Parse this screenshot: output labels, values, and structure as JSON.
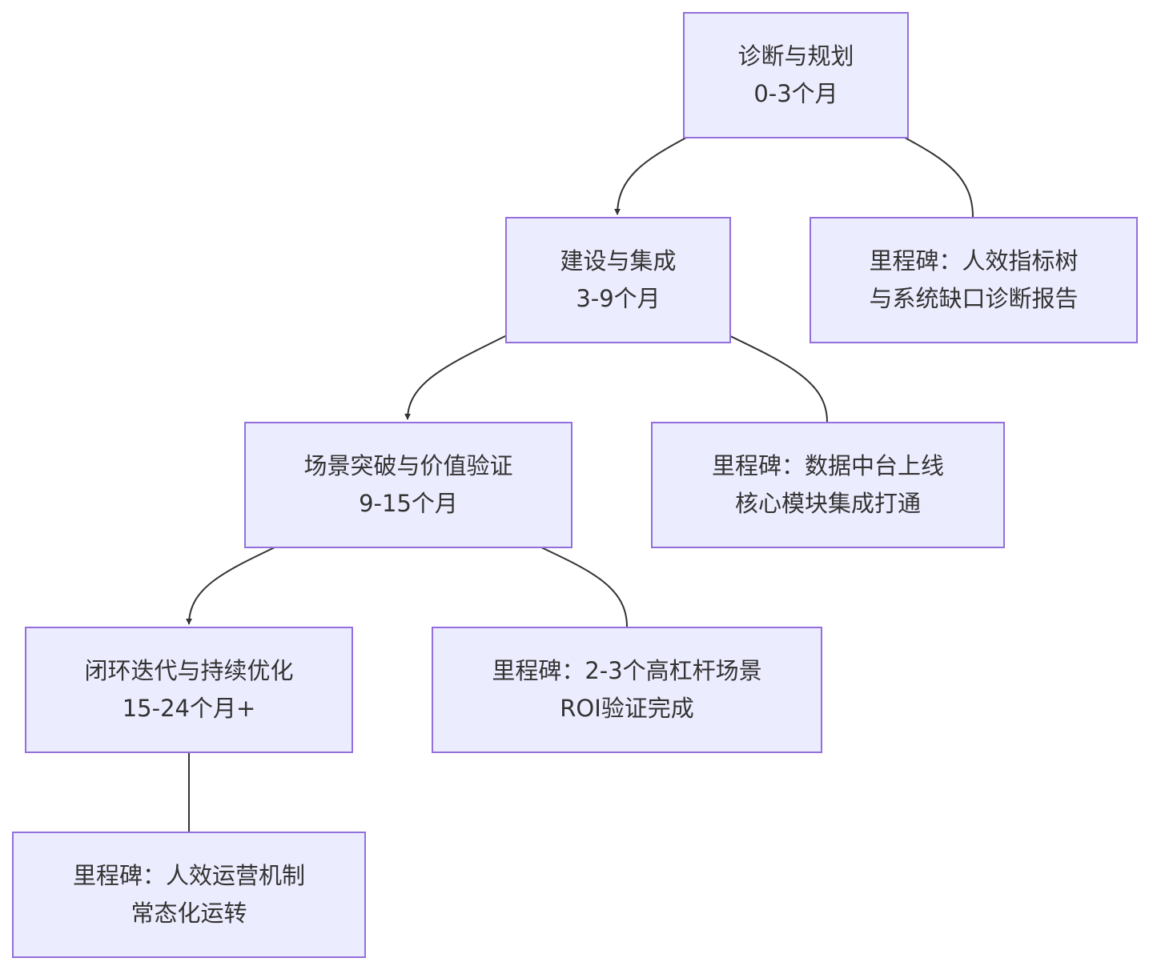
{
  "theme": {
    "node_fill": "#ECECFF",
    "node_stroke": "#9370DB",
    "edge_color": "#333333",
    "text_color": "#333333",
    "background": "#FFFFFF"
  },
  "nodes": [
    {
      "id": "phase1",
      "lines": [
        "诊断与规划",
        "0-3个月"
      ]
    },
    {
      "id": "phase2",
      "lines": [
        "建设与集成",
        "3-9个月"
      ]
    },
    {
      "id": "milestone1",
      "lines": [
        "里程碑：人效指标树",
        "与系统缺口诊断报告"
      ]
    },
    {
      "id": "phase3",
      "lines": [
        "场景突破与价值验证",
        "9-15个月"
      ]
    },
    {
      "id": "milestone2",
      "lines": [
        "里程碑：数据中台上线",
        "核心模块集成打通"
      ]
    },
    {
      "id": "phase4",
      "lines": [
        "闭环迭代与持续优化",
        "15-24个月+"
      ]
    },
    {
      "id": "milestone3",
      "lines": [
        "里程碑：2-3个高杠杆场景",
        "ROI验证完成"
      ]
    },
    {
      "id": "milestone4",
      "lines": [
        "里程碑：人效运营机制",
        "常态化运转"
      ]
    }
  ],
  "edges": [
    {
      "from": "phase1",
      "to": "phase2",
      "arrow": true
    },
    {
      "from": "phase1",
      "to": "milestone1",
      "arrow": false
    },
    {
      "from": "phase2",
      "to": "phase3",
      "arrow": true
    },
    {
      "from": "phase2",
      "to": "milestone2",
      "arrow": false
    },
    {
      "from": "phase3",
      "to": "phase4",
      "arrow": true
    },
    {
      "from": "phase3",
      "to": "milestone3",
      "arrow": false
    },
    {
      "from": "phase4",
      "to": "milestone4",
      "arrow": false
    }
  ]
}
